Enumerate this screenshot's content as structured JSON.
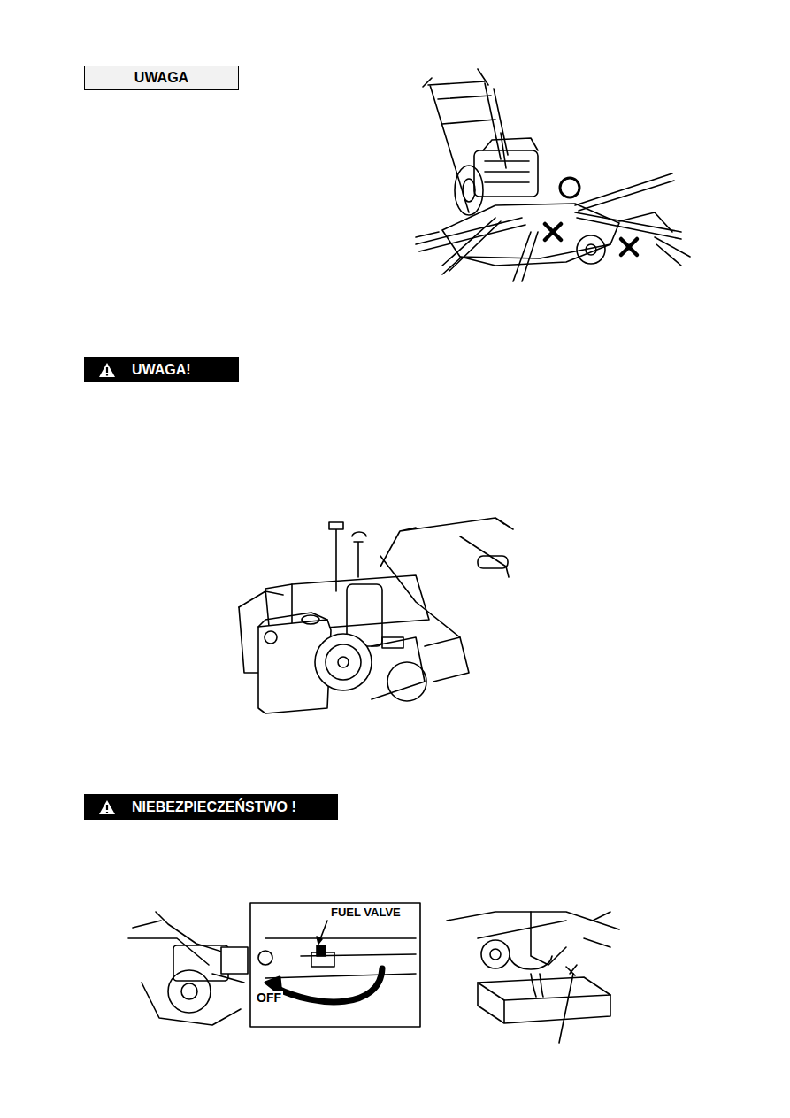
{
  "diagram": {
    "nodes": [
      {
        "text": [
          "UWAGA"
        ]
      },
      {
        "text": [
          "UWAGA!"
        ]
      },
      {
        "text": [
          "NIEBEZPIECZEŃSTWO !"
        ]
      }
    ],
    "labels": [
      "FUEL VALVE",
      "OFF"
    ]
  }
}
